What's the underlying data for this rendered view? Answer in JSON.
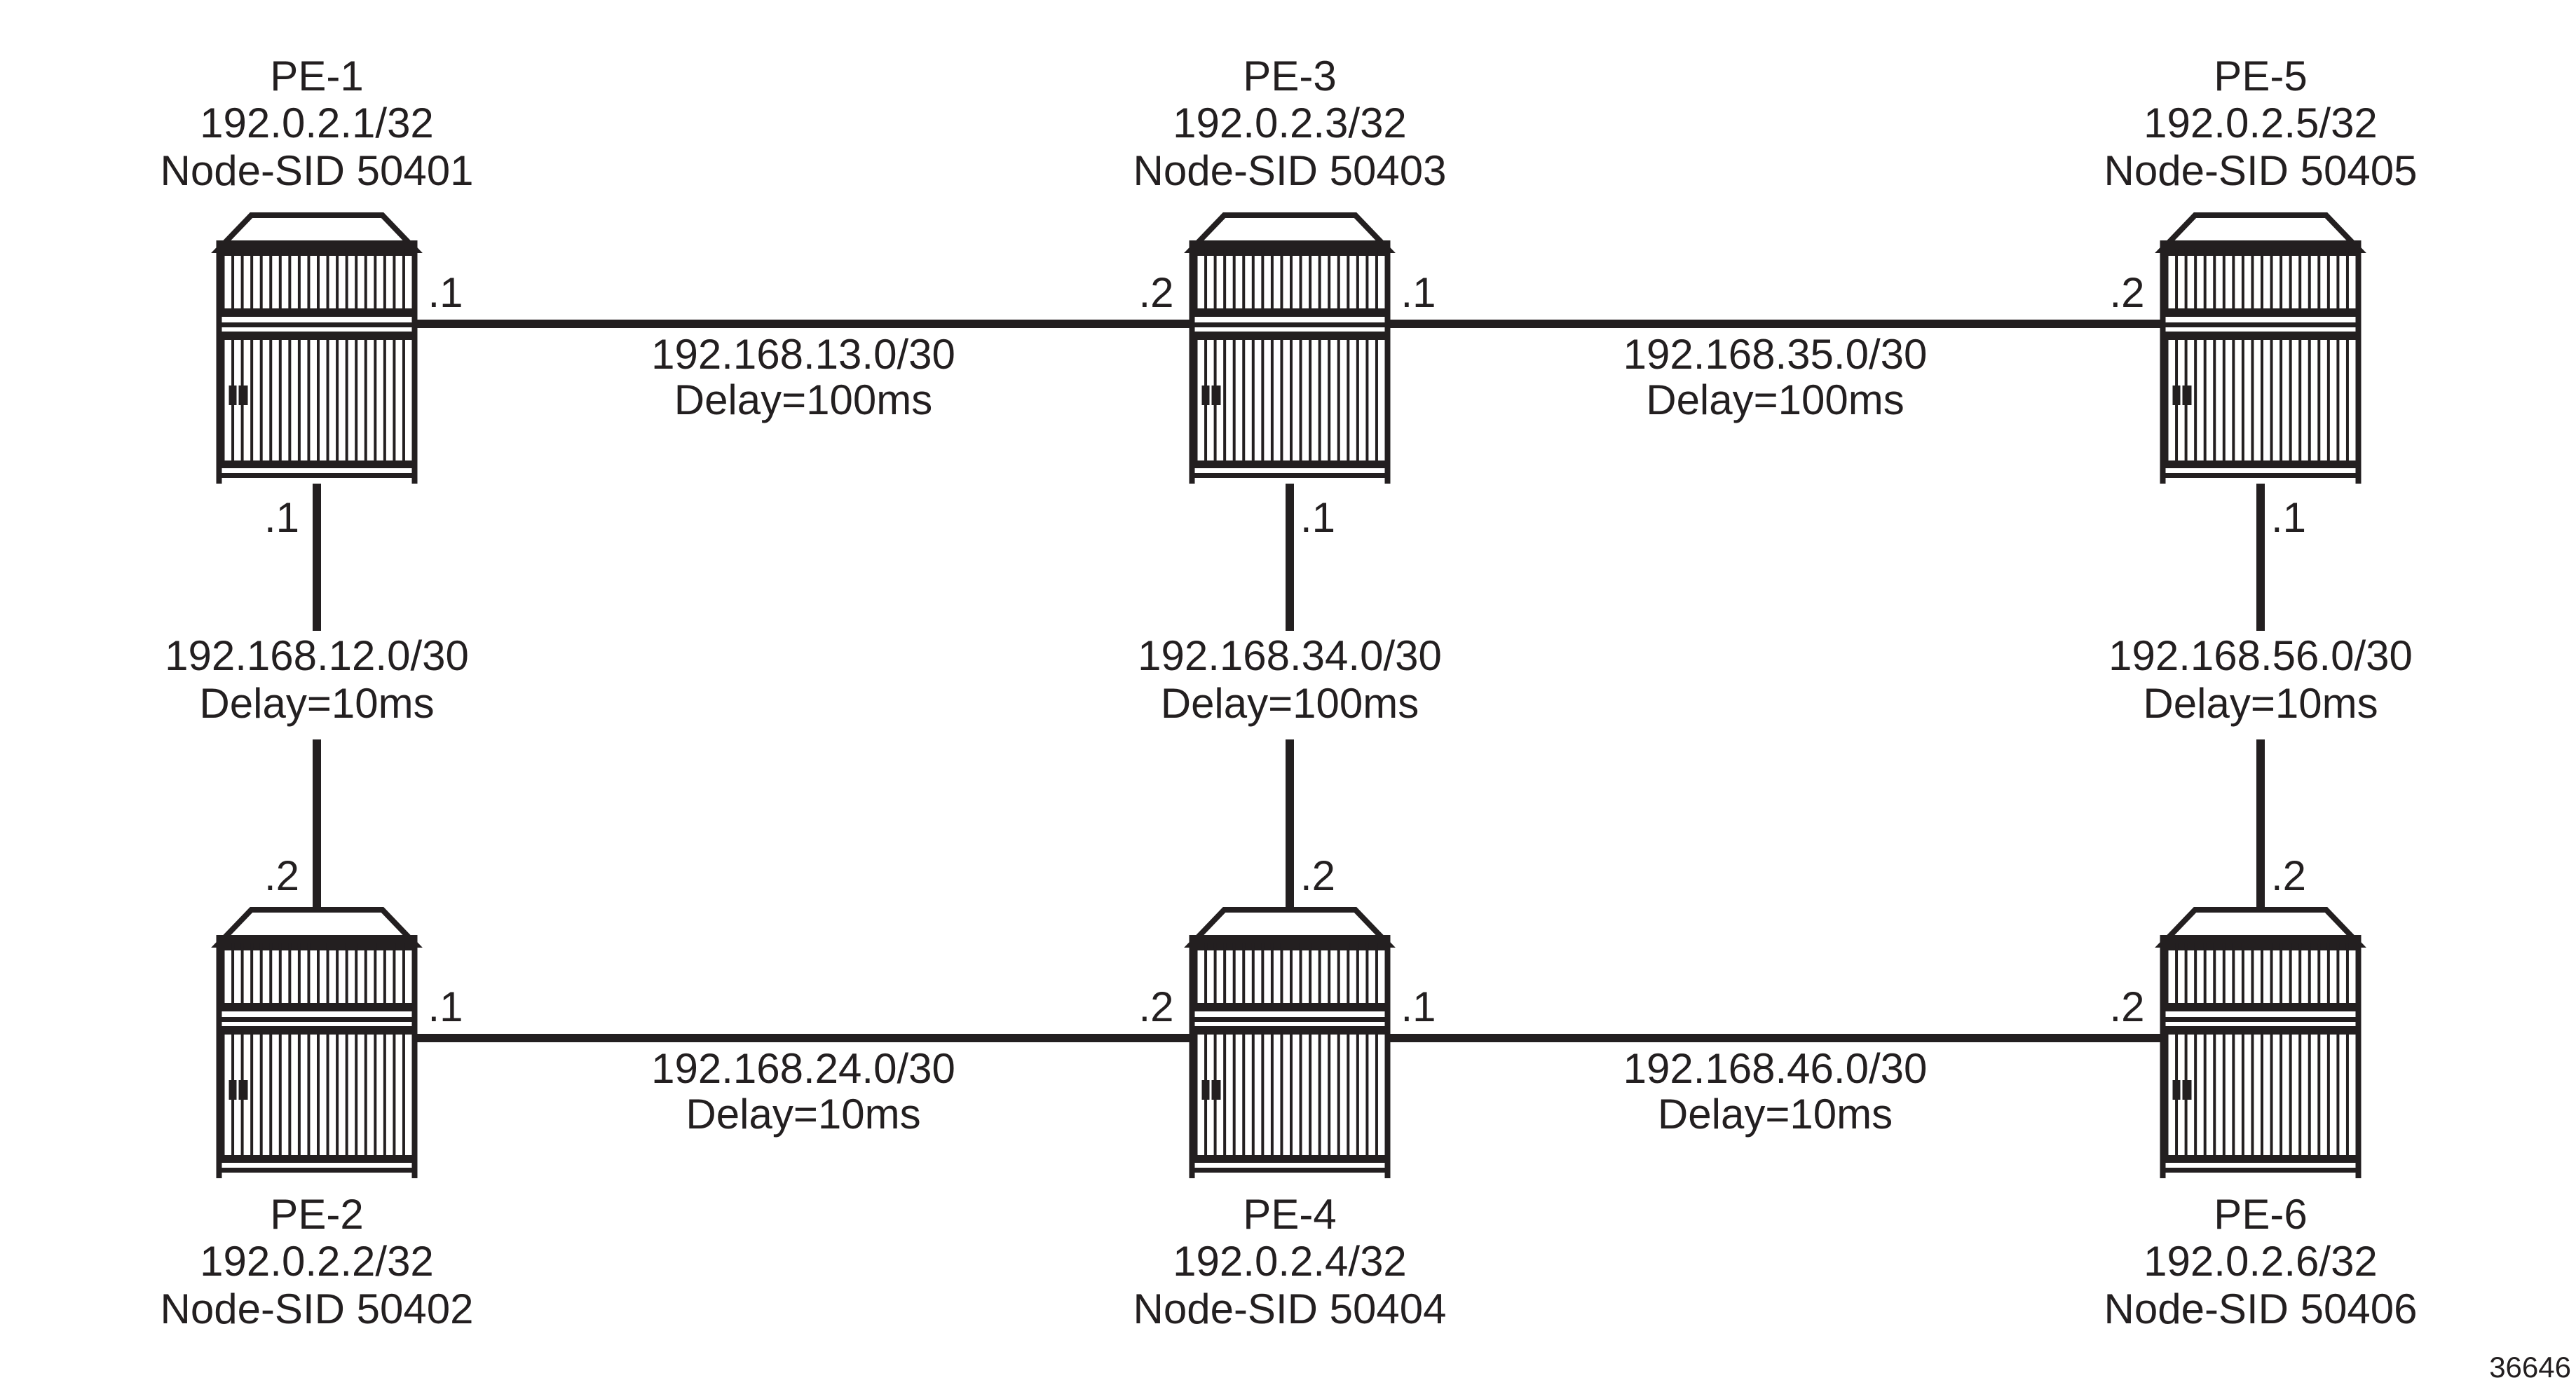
{
  "nodes": [
    {
      "name": "PE-1",
      "ip": "192.0.2.1/32",
      "sid": "Node-SID 50401"
    },
    {
      "name": "PE-3",
      "ip": "192.0.2.3/32",
      "sid": "Node-SID 50403"
    },
    {
      "name": "PE-5",
      "ip": "192.0.2.5/32",
      "sid": "Node-SID 50405"
    },
    {
      "name": "PE-2",
      "ip": "192.0.2.2/32",
      "sid": "Node-SID 50402"
    },
    {
      "name": "PE-4",
      "ip": "192.0.2.4/32",
      "sid": "Node-SID 50404"
    },
    {
      "name": "PE-6",
      "ip": "192.0.2.6/32",
      "sid": "Node-SID 50406"
    }
  ],
  "links": [
    {
      "subnet": "192.168.13.0/30",
      "delay": "Delay=100ms",
      "a": ".1",
      "b": ".2"
    },
    {
      "subnet": "192.168.35.0/30",
      "delay": "Delay=100ms",
      "a": ".1",
      "b": ".2"
    },
    {
      "subnet": "192.168.24.0/30",
      "delay": "Delay=10ms",
      "a": ".1",
      "b": ".2"
    },
    {
      "subnet": "192.168.46.0/30",
      "delay": "Delay=10ms",
      "a": ".1",
      "b": ".2"
    },
    {
      "subnet": "192.168.12.0/30",
      "delay": "Delay=10ms",
      "a": ".1",
      "b": ".2"
    },
    {
      "subnet": "192.168.34.0/30",
      "delay": "Delay=100ms",
      "a": ".1",
      "b": ".2"
    },
    {
      "subnet": "192.168.56.0/30",
      "delay": "Delay=10ms",
      "a": ".1",
      "b": ".2"
    }
  ],
  "figure_id": "36646"
}
